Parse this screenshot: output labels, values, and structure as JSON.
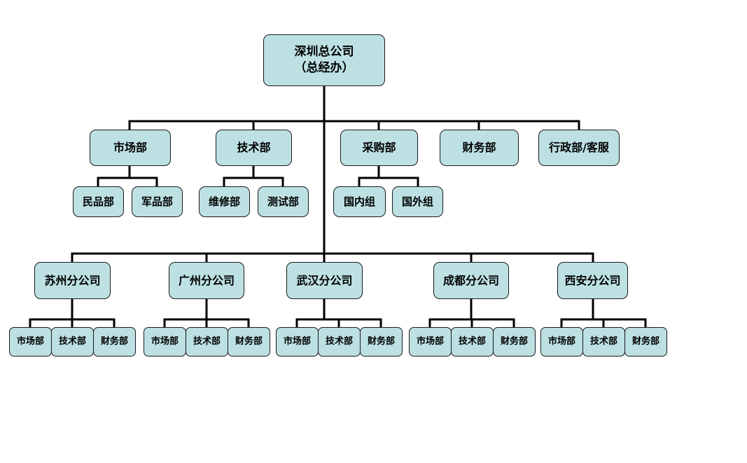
{
  "org": {
    "root": "深圳总公司\n（总经办）",
    "departments": [
      {
        "label": "市场部",
        "children": [
          "民品部",
          "军品部"
        ]
      },
      {
        "label": "技术部",
        "children": [
          "维修部",
          "测试部"
        ]
      },
      {
        "label": "采购部",
        "children": [
          "国内组",
          "国外组"
        ]
      },
      {
        "label": "财务部",
        "children": []
      },
      {
        "label": "行政部/客服",
        "children": []
      }
    ],
    "branches": [
      {
        "label": "苏州分公司",
        "children": [
          "市场部",
          "技术部",
          "财务部"
        ]
      },
      {
        "label": "广州分公司",
        "children": [
          "市场部",
          "技术部",
          "财务部"
        ]
      },
      {
        "label": "武汉分公司",
        "children": [
          "市场部",
          "技术部",
          "财务部"
        ]
      },
      {
        "label": "成都分公司",
        "children": [
          "市场部",
          "技术部",
          "财务部"
        ]
      },
      {
        "label": "西安分公司",
        "children": [
          "市场部",
          "技术部",
          "财务部"
        ]
      }
    ]
  },
  "colors": {
    "node_fill": "#bde0e3",
    "line": "#000000"
  }
}
